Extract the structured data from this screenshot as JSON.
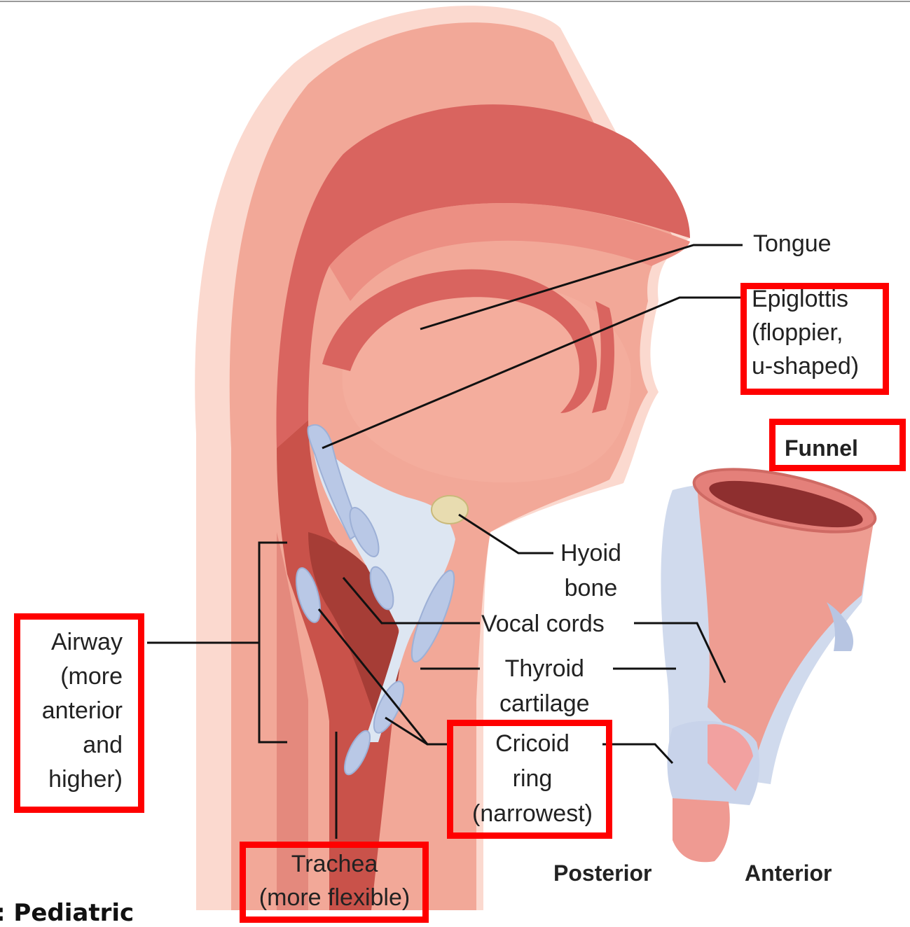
{
  "labels": {
    "tongue": "Tongue",
    "epiglottis": "Epiglottis\n(floppier,\nu-shaped)",
    "funnel": "Funnel",
    "hyoid": "Hyoid\nbone",
    "vocal_cords": "Vocal cords",
    "thyroid": "Thyroid\ncartilage",
    "cricoid": "Cricoid\nring\n(narrowest)",
    "airway": "Airway\n(more\nanterior\nand\nhigher)",
    "trachea": "Trachea\n(more flexible)",
    "posterior": "Posterior",
    "anterior": "Anterior"
  },
  "caption": ": Pediatric",
  "colors": {
    "highlight": "#ff0000",
    "skin": "#f2a898",
    "tissue": "#d9645f",
    "cartilage": "#b9c8e6"
  }
}
